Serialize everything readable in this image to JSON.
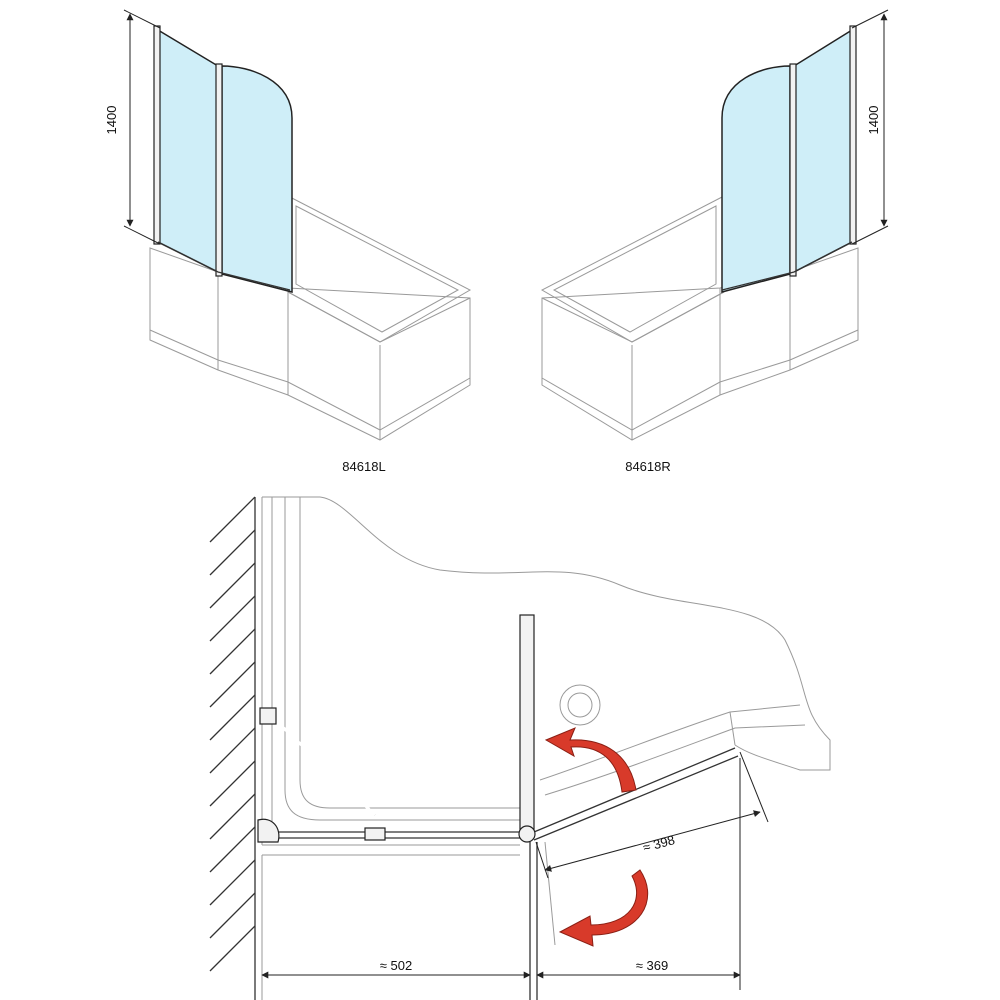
{
  "models": {
    "left": "84618L",
    "right": "84618R"
  },
  "dimensions": {
    "height_left": "1400",
    "height_right": "1400",
    "swing_width": "≈ 398",
    "fixed_width": "≈ 502",
    "door_width": "≈ 369"
  },
  "colors": {
    "glass": "#cfeef8",
    "arrow": "#d83a2a",
    "line": "#333333"
  }
}
